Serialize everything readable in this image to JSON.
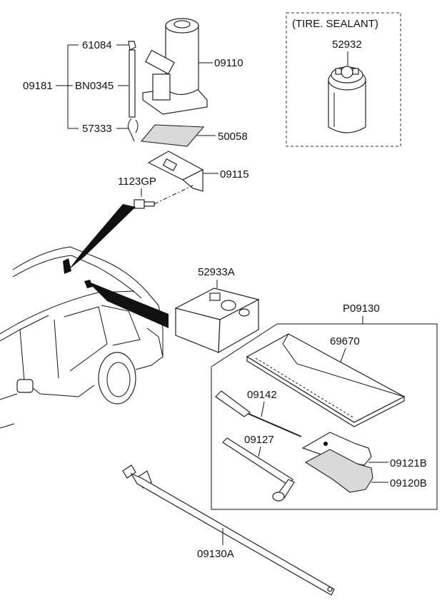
{
  "diagram": {
    "sealant_box_title": "(TIRE. SEALANT)",
    "labels": {
      "p61084": "61084",
      "p09181": "09181",
      "pBN0345": "BN0345",
      "p57333": "57333",
      "p09110": "09110",
      "p50058": "50058",
      "p09115": "09115",
      "p1123GP": "1123GP",
      "p52932": "52932",
      "p52933A": "52933A",
      "pP09130": "P09130",
      "p69670": "69670",
      "p09142": "09142",
      "p09127": "09127",
      "p09121B": "09121B",
      "p09120B": "09120B",
      "p09130A": "09130A"
    }
  }
}
